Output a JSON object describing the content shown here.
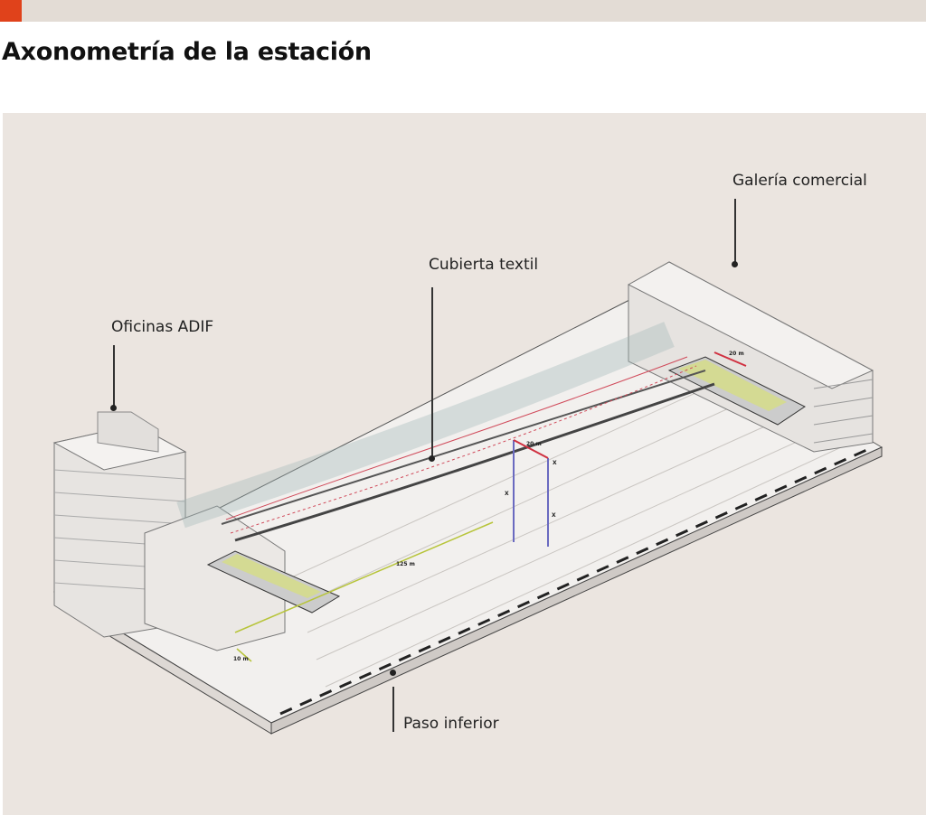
{
  "header": {
    "title": "Axonometría de la estación",
    "accent_color": "#e0421b"
  },
  "labels": {
    "galeria": "Galería comercial",
    "cubierta": "Cubierta textil",
    "oficinas": "Oficinas ADIF",
    "paso": "Paso inferior"
  },
  "dimensions": {
    "span_top": "20 m",
    "span_mid": "20 m",
    "length": "125 m",
    "width_left": "10 m",
    "marker": "X"
  }
}
